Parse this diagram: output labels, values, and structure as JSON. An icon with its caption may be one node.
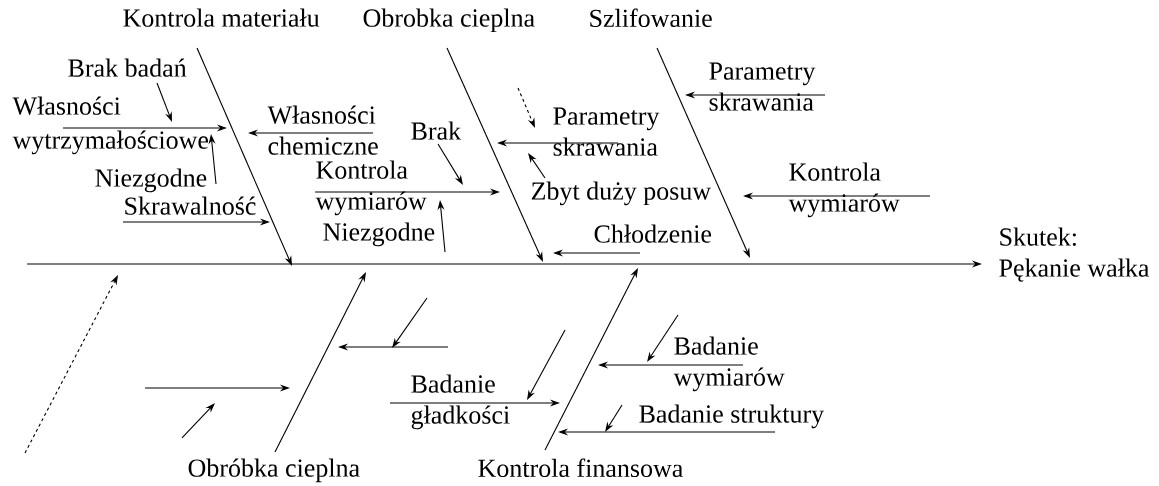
{
  "diagram": {
    "nodes": [
      {
        "text": [
          "Kontrola materiału"
        ]
      },
      {
        "text": [
          "Obrobka cieplna"
        ]
      },
      {
        "text": [
          "Szlifowanie"
        ]
      },
      {
        "text": [
          "Brak badań"
        ]
      },
      {
        "text": [
          "Własności wytrzymałościowe"
        ]
      },
      {
        "text": [
          "Niezgodne"
        ]
      },
      {
        "text": [
          "Własności chemiczne"
        ]
      },
      {
        "text": [
          "Skrawalność"
        ]
      },
      {
        "text": [
          "Kontrola wymiarów"
        ]
      },
      {
        "text": [
          "Brak"
        ]
      },
      {
        "text": [
          "Niezgodne"
        ]
      },
      {
        "text": [
          "Parametry skrawania"
        ]
      },
      {
        "text": [
          "Zbyt duży posuw"
        ]
      },
      {
        "text": [
          "Chłodzenie"
        ]
      },
      {
        "text": [
          "Parametry skrawania"
        ]
      },
      {
        "text": [
          "Kontrola wymiarów"
        ]
      },
      {
        "text": [
          "Skutek: Pękanie wałka"
        ]
      },
      {
        "text": [
          "Obróbka cieplna"
        ]
      },
      {
        "text": [
          "Kontrola finansowa"
        ]
      },
      {
        "text": [
          "Badanie gładkości"
        ]
      },
      {
        "text": [
          "Badanie wymiarów"
        ]
      },
      {
        "text": [
          "Badanie struktury"
        ]
      }
    ],
    "edges": [
      {
        "from": 0,
        "to": null,
        "arrow": "to"
      },
      {
        "from": 1,
        "to": null,
        "arrow": "to"
      },
      {
        "from": 2,
        "to": null,
        "arrow": "to"
      },
      {
        "from": 17,
        "to": null,
        "arrow": "to"
      },
      {
        "from": 18,
        "to": null,
        "arrow": "to"
      },
      {
        "from": 3,
        "to": 4,
        "arrow": "to"
      },
      {
        "from": 4,
        "to": null,
        "arrow": "to"
      },
      {
        "from": 5,
        "to": 4,
        "arrow": "to"
      },
      {
        "from": 6,
        "to": null,
        "arrow": "to"
      },
      {
        "from": 7,
        "to": null,
        "arrow": "to"
      },
      {
        "from": 8,
        "to": null,
        "arrow": "to"
      },
      {
        "from": 9,
        "to": null,
        "arrow": "to"
      },
      {
        "from": 10,
        "to": 8,
        "arrow": "to"
      },
      {
        "from": 11,
        "to": null,
        "arrow": "to"
      },
      {
        "from": 12,
        "to": 11,
        "arrow": "to"
      },
      {
        "from": 13,
        "to": null,
        "arrow": "to"
      },
      {
        "from": 14,
        "to": null,
        "arrow": "to"
      },
      {
        "from": 15,
        "to": null,
        "arrow": "to"
      },
      {
        "from": 19,
        "to": null,
        "arrow": "to"
      },
      {
        "from": 20,
        "to": null,
        "arrow": "to"
      },
      {
        "from": 21,
        "to": 18,
        "arrow": "to"
      },
      {
        "from": null,
        "to": 16,
        "arrow": "to"
      }
    ]
  }
}
